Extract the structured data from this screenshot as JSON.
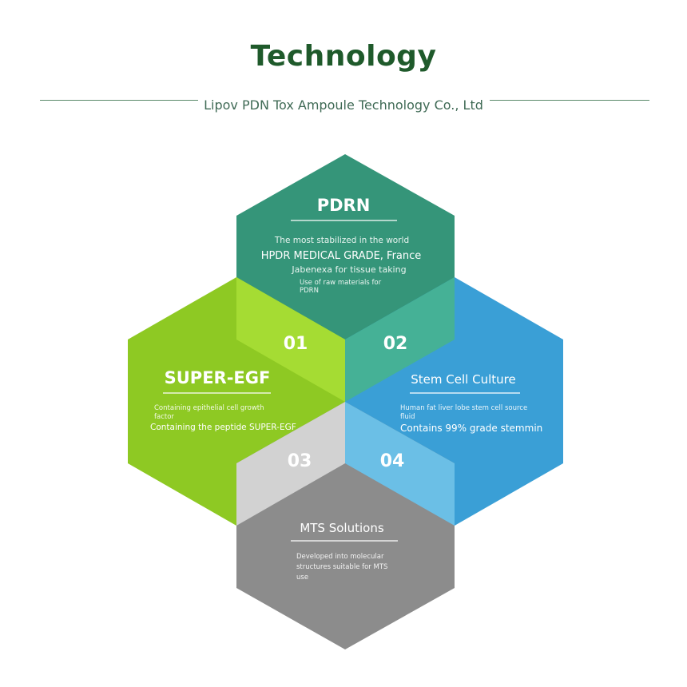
{
  "header": {
    "title": "Technology",
    "subtitle": "Lipov PDN Tox Ampoule Technology Co., Ltd"
  },
  "numbers": {
    "n01": "01",
    "n02": "02",
    "n03": "03",
    "n04": "04"
  },
  "pdrn": {
    "title": "PDRN",
    "line1": "The most stabilized in the world",
    "line2": "HPDR MEDICAL GRADE, France",
    "line3": "Jabenexa for tissue taking",
    "line4a": "Use of raw materials for",
    "line4b": "PDRN"
  },
  "super_egf": {
    "title": "SUPER-EGF",
    "line1a": "Containing epithelial cell growth",
    "line1b": "factor",
    "line2": "Containing the peptide SUPER-EGF"
  },
  "stem": {
    "title": "Stem Cell Culture",
    "line1a": "Human fat liver lobe stem cell source",
    "line1b": "fluid",
    "line2": "Contains 99% grade stemmin"
  },
  "mts": {
    "title": "MTS Solutions",
    "line1": "Developed into molecular",
    "line2": "structures suitable for MTS",
    "line3": "use"
  },
  "colors": {
    "title": "#1f5a2b",
    "pdrn": "#359579",
    "pdrn_light": "#45b196",
    "egf": "#8ec923",
    "egf_light": "#a5dc33",
    "stem": "#3a9fd6",
    "stem_light": "#6bbfe6",
    "mts": "#8c8c8c",
    "mts_light": "#d2d2d2"
  }
}
